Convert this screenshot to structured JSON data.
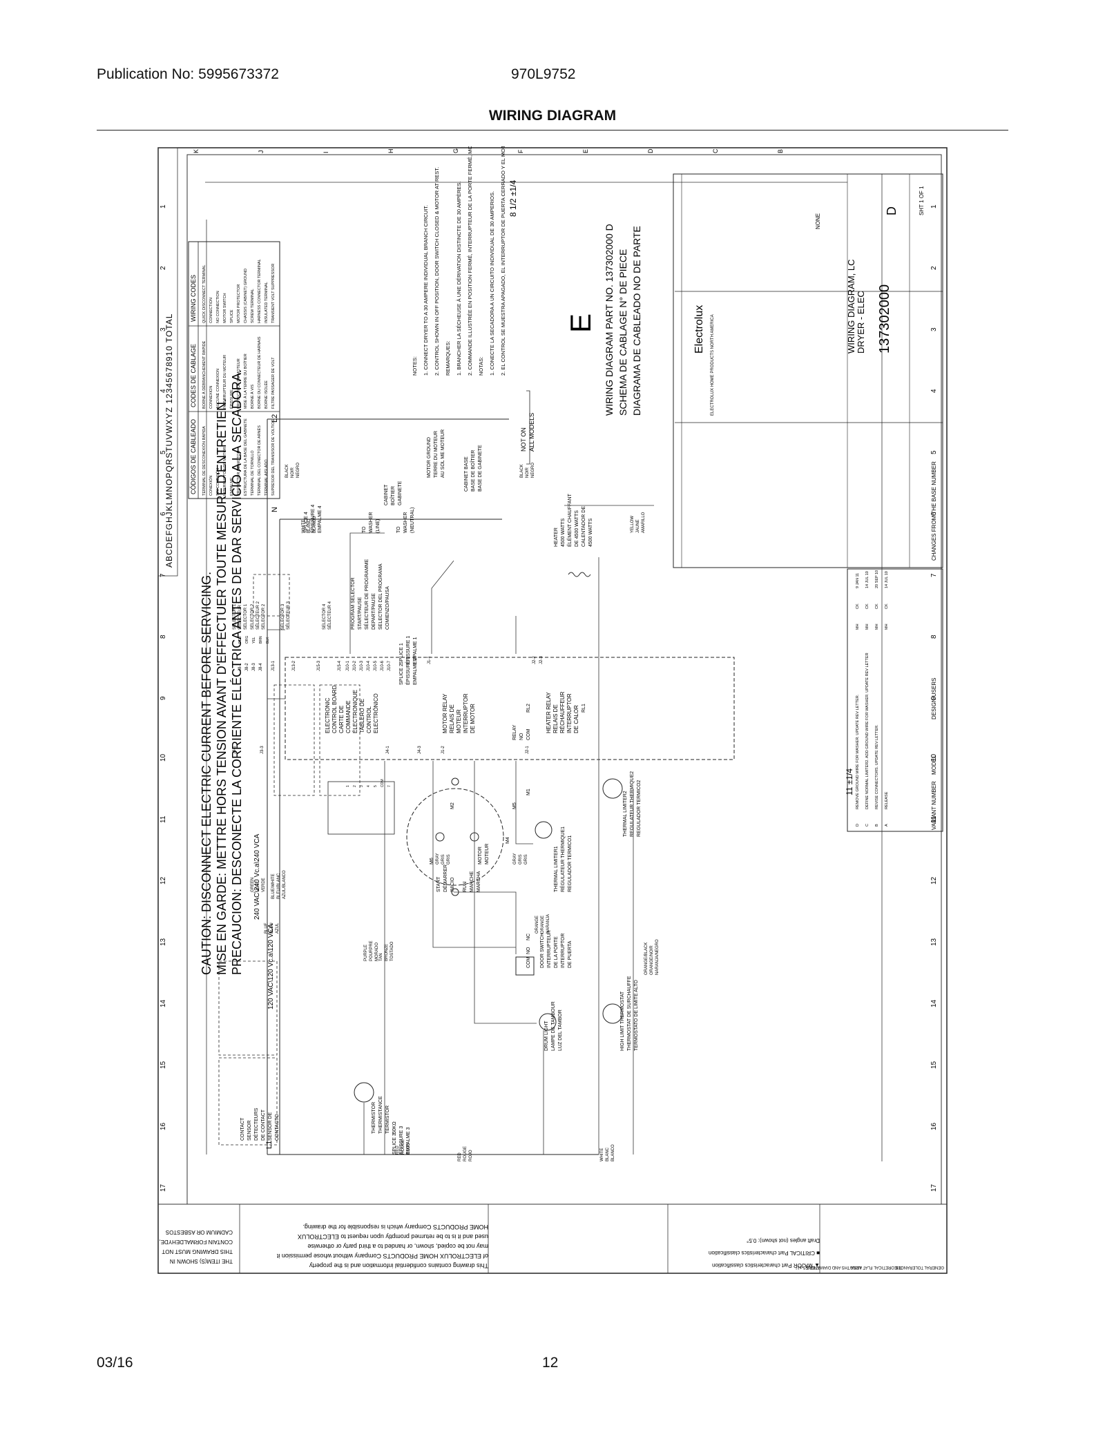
{
  "header": {
    "publication": "Publication No: 5995673372",
    "model": "970L9752",
    "title": "WIRING DIAGRAM"
  },
  "footer": {
    "date": "03/16",
    "page": "12"
  },
  "diagram": {
    "caution": [
      "CAUTION: DISCONNECT ELECTRIC CURRENT BEFORE SERVICING.",
      "MISE EN GARDE: METTRE HORS TENSION AVANT D'EFFECTUER TOUTE MESURE D'ENTRETIEN.",
      "PRECAUCION: DESCONECTE LA CORRIENTE ELÉCTRICA ANTES DE DAR SERVICIO A LA SECADORA."
    ],
    "voltages": [
      "240 VAC\\240 Vc.a\\240 VCA",
      "120 VAC\\120 Vc.a\\120 VCA"
    ],
    "lines": {
      "l1": "L1",
      "n": "N",
      "l2": "L2"
    },
    "grid_numbers": [
      "17",
      "16",
      "15",
      "14",
      "13",
      "12",
      "11",
      "10",
      "9",
      "8",
      "7",
      "6",
      "5",
      "4",
      "3",
      "2",
      "1"
    ],
    "grid_letters": [
      "K",
      "J",
      "I",
      "H",
      "G",
      "F",
      "E",
      "D",
      "C",
      "B"
    ],
    "ruler_text": "ABCDEFGHJKLMNOPQRSTUVWXYZ 12345678910 TOTAL",
    "dimensions": {
      "height": "8 1/2 ±1/4",
      "width": "11 ±1/4"
    },
    "wiring_codes": {
      "headers": [
        "WIRING CODES",
        "CODES DE CABLAGE",
        "CÓDIGOS DE CABLEADO"
      ],
      "rows": [
        [
          "QUICK DISCONNECT TERMINAL",
          "BORNE À DÉBRANCHEMENT RAPIDE",
          "TERMINAL DE DESCONEXIÓN RÁPIDA"
        ],
        [
          "CONNECTION",
          "CONNEXION",
          "CONEXIÓN"
        ],
        [
          "NO CONNECTION",
          "AUCUNE CONNEXION",
          "SIN CONEXIÓN"
        ],
        [
          "MOTOR SWITCH",
          "INTERRUPTEUR DU MOTEUR",
          "INTERRUPTOR DE MOTOR"
        ],
        [
          "SPLICE",
          "ÉPISSURE",
          "EMPALME"
        ],
        [
          "MOTOR PROTECTOR",
          "PROTECTEUR DU MOTEUR",
          "PROTECTOR DE MOTOR"
        ],
        [
          "CHASSIS (CABINET) GROUND",
          "MISE À LA TERRE DU BOÎTIER",
          "ESTRUCTURA DE LA BASE DEL GABINETE"
        ],
        [
          "SCREW TERMINAL",
          "BORNE À VIS",
          "TERMINAL DE TORNILLO"
        ],
        [
          "HARNESS CONNECTOR TERMINAL",
          "BORNE DU CONNECTEUR DE HARNAIS",
          "TERMINAL DEL CONECTOR DE ARNÉS"
        ],
        [
          "INSULATED TERMINAL",
          "BORNE ISOLÉE",
          "TERMINAL AISLADO"
        ],
        [
          "TRANSIENT VOLT SUPPRESSOR",
          "FILTRE PASSAGER DE VOLT",
          "SUPRESOR DEL TRANSISOR DE VOLTIOS"
        ]
      ]
    },
    "notes": [
      "NOTES:",
      "1. CONNECT DRYER TO A 30 AMPERE INDIVIDUAL BRANCH CIRCUIT.",
      "2. CONTROL SHOWN IN OFF POSITION, DOOR SWITCH CLOSED & MOTOR AT REST.",
      "REMARQUES:",
      "1. BRANCHER LA SÉCHEUSE À UNE DÉRIVATION DISTINCTE DE 30 AMPÈRES.",
      "2. COMMANDE ILLUSTRÉE EN POSITION FERMÉ, INTERRUPTEUR DE LA PORTE FERMÉ, MOTEUR ARRÊTÉ.",
      "NOTAS:",
      "1. CONECTE LA SECADORA A UN CIRCUITO INDIVIDUAL DE 30 AMPERIOS.",
      "2. EL CONTROL SE MUESTRA APAGADO, EL INTERRUPTOR DE PUERTA CERRADO Y EL MOTOR EN DESCANSO."
    ],
    "not_on_all": [
      "NOT ON",
      "ALL MODELS"
    ],
    "big_letter": "E",
    "part_no": [
      "WIRING DIAGRAM PART NO. 137302000 D",
      "SCHEMA DE CABLAGE N° DE PIECE",
      "DIAGRAMA DE CABLEADO NO DE PARTE"
    ],
    "components": {
      "contact_sensor": [
        "CONTACT",
        "SENSOR",
        "DÉTECTEURS",
        "DE CONTACT",
        "SENSOR DE",
        "CONTACTO"
      ],
      "selector1": [
        "SELECTOR 1",
        "SÉLECTEUR 1",
        "SELECTOR 1"
      ],
      "selector2": [
        "SELECTOR 2",
        "SÉLECTEUR 2",
        "SELECTOR 2"
      ],
      "selector3": [
        "SELECTOR 3",
        "SÉLECTEUR 3"
      ],
      "selector4": [
        "SELECTOR 4",
        "SÉLECTEUR 4"
      ],
      "program_selector": [
        "PROGRAM SELECTOR",
        "START/PAUSE",
        "SÉLECTEUR DE PROGRAMME",
        "DEPART/PAUSE",
        "SELECTOR DEL PROGRAMA",
        "COMIENZO/PAUSA"
      ],
      "control_board": [
        "ELECTRONIC",
        "CONTROL BOARD",
        "CARTE DE",
        "COMMANDE",
        "ÉLECTRONIQUE",
        "TABLERO DE",
        "CONTROL",
        "ELECTRÓNICO"
      ],
      "motor_relay": [
        "MOTOR RELAY",
        "RELAIS DE",
        "MOTEUR",
        "INTERRUPTOR",
        "DE MOTOR"
      ],
      "heater_relay": [
        "HEATER RELAY",
        "RELAIS DE",
        "RÉCHAUFFEUR",
        "INTERRUPTOR",
        "DE CALOR"
      ],
      "thermistor": [
        "THERMISTOR",
        "THERMISTANCE",
        "TERMISTOR",
        "50KΩ"
      ],
      "door_switch": [
        "DOOR SWITCH",
        "INTERRUPTEUR",
        "DE LA PORTE",
        "INTERRUPTOR",
        "DE PUERTA"
      ],
      "drum_light": [
        "DRUM LIGHT",
        "LAMPE DE TAMBOUR",
        "LUZ DEL TAMBOR"
      ],
      "high_limit": [
        "HIGH LIMIT THERMOSTAT",
        "THERMOSTAT DE SURCHAUFFE",
        "TERMOSTATO DE LIMITE ALTO"
      ],
      "thermal_limiter1": [
        "THERMAL LIMITER1",
        "RÉGULATEUR THERMIQUE1",
        "REGULADOR TERMICO1"
      ],
      "thermal_limiter2": [
        "THERMAL LIMITER2",
        "REGULATEUR THERMIQUE2",
        "REGULADOR TERMICO2"
      ],
      "heater": [
        "HEATER",
        "4500 WATTS",
        "ÉLÉMENT CHAUFFANT",
        "DE 4500 WATTS",
        "CALENTADOR DE",
        "4500 WATTS"
      ],
      "motor": [
        "MOTOR",
        "MOTEUR"
      ],
      "start": [
        "START",
        "DÉMARRER",
        "INICIO"
      ],
      "run": [
        "RUN",
        "MARCHE",
        "MARCHA"
      ],
      "motor_ground": [
        "MOTOR GROUND",
        "TERRE DU MOTEUR",
        "AU SOL ME MOTEUR"
      ],
      "cabinet_base": [
        "CABINET BASE",
        "BASE DE BOÎTIER",
        "BASE DE GABINETE"
      ],
      "cabinet": [
        "CABINET",
        "BOÎTIER",
        "GABINETE"
      ],
      "to_washer_line": [
        "TO",
        "WASHER",
        "(LINE)"
      ],
      "to_washer_neutral": [
        "TO",
        "WASHER",
        "(NEUTRAL)"
      ],
      "splice1": [
        "SPLICE 1",
        "ÉPISSURE 1",
        "EMPALME 1"
      ],
      "splice2": [
        "SPLICE 2",
        "ÉPISSURE 2",
        "EMPALME 2"
      ],
      "splice3": [
        "SPLICE 3",
        "ÉPISSURE 3",
        "EMPALME 3"
      ],
      "splice4": [
        "SPLICE 4",
        "ÉPISSURE 4",
        "EMPALME 4"
      ]
    },
    "wire_labels": {
      "black": [
        "BLACK",
        "NOIR",
        "NEGRO"
      ],
      "white": [
        "WHITE",
        "BLANC",
        "BLANCO"
      ],
      "red": [
        "RED",
        "ROUGE",
        "ROJO"
      ],
      "gray": [
        "GRAY",
        "GRIS",
        "GRIS"
      ],
      "orange": [
        "ORANGE",
        "ORANGE",
        "NARANJA"
      ],
      "purple": [
        "PURPLE",
        "POURPRE",
        "MORADO"
      ],
      "tan": [
        "TAN",
        "BRONZE",
        "TOSTADO"
      ],
      "yellow": [
        "YELLOW",
        "JAUNE",
        "AMARILLO"
      ],
      "blue": [
        "BLUE",
        "BLEU",
        "AZUL"
      ],
      "green": [
        "GREEN",
        "VERT",
        "VERDE"
      ],
      "blue_white": [
        "BLUE/WHITE",
        "BLEU/BLANC",
        "AZUL/BLANCO"
      ],
      "orange_black": [
        "ORANGE/BLACK",
        "ORANGE/NOIR",
        "NARANJA/NEGRO"
      ]
    },
    "pins": {
      "j8": [
        "J8-1",
        "J8-2",
        "J8-3",
        "J8-4"
      ],
      "j13": [
        "J13-1",
        "J13-2"
      ],
      "j15": [
        "J15-3",
        "J15-4"
      ],
      "j10": [
        "J10-1",
        "J10-2",
        "J10-3",
        "J10-4",
        "J10-5",
        "J10-6",
        "J10-7"
      ],
      "j4": [
        "J4-1",
        "J4-3"
      ],
      "j3": [
        "J3-1",
        "J3-3"
      ],
      "j1": [
        "J1-1",
        "J1-2"
      ],
      "j2": [
        "J2-1",
        "J2-2",
        "J2-3"
      ],
      "rl": [
        "RL1",
        "RL2"
      ],
      "m": [
        "M1",
        "M2",
        "M4",
        "M5",
        "M6"
      ],
      "sel_wires": [
        "RED",
        "ORG",
        "YEL",
        "BRN",
        "BLK"
      ],
      "prog_wires": [
        "1",
        "2",
        "3",
        "4",
        "5",
        "COM",
        "7"
      ],
      "relay": [
        "RELAY",
        "NO",
        "COM"
      ],
      "sw": [
        "COM",
        "NO",
        "NC"
      ]
    },
    "title_block": {
      "company": "Electrolux",
      "company_line": "ELECTROLUX HOME PRODUCTS NORTH AMERICA",
      "title_lines": [
        "WIRING DIAGRAM, LC",
        "DRYER - ELEC"
      ],
      "number": "137302000",
      "rev": "D",
      "sheet": "SHT 1 OF 1",
      "scale": "NONE",
      "change_note": "CHANGES FROM THE BASE NUMBER",
      "footer_cols": [
        "VARIANT NUMBER",
        "MODEL",
        "DESIGN USERS"
      ],
      "rev_rows": [
        [
          "D",
          "REMOVE GROUND WIRE FOR WASHER. UPDATE REV LETTER.",
          "MH",
          "CK",
          "9 JAN 11"
        ],
        [
          "C",
          "DEFINE NORMAL LIMITER2. ADD GROUND WIRE FOR WASHER. UPDATE REV LETTER",
          "MH",
          "CK",
          "14 JUL 10"
        ],
        [
          "B",
          "REVISE CONNECTORS. UPDATE REV LETTER.",
          "MH",
          "CK",
          "20 SEP 10"
        ],
        [
          "A",
          "RELEASE",
          "MH",
          "CK",
          "14 JUL 10"
        ]
      ]
    },
    "confidential": [
      "This drawing contains confidential information and is the property",
      "of ELECTROLUX HOME PRODUCTS Company without whose permission it",
      "may not be copied, shown, or handed to a third party or otherwise",
      "used and it is to be returned promptly upon request to ELECTROLUX",
      "HOME PRODUCTS Company which is responsible for the drawing."
    ],
    "asbestos": [
      "THE ITEM(S) SHOWN IN",
      "THIS DRAWING MUST NOT",
      "CONTAIN FORMALDEHYDE,",
      "CADMIUM OR ASBESTOS"
    ],
    "tolerances": [
      "GENERAL TOLERANCES",
      "THEORETICAL FLAT AREA",
      "LENGTHS AND DIAMETERS",
      "ANGLES ±1°"
    ],
    "marks": [
      "▲ MAJOR  Part characteristics classification",
      "■ CRITICAL  Part characteristics classification",
      "Draft angles (not shown): 0.5°"
    ]
  }
}
